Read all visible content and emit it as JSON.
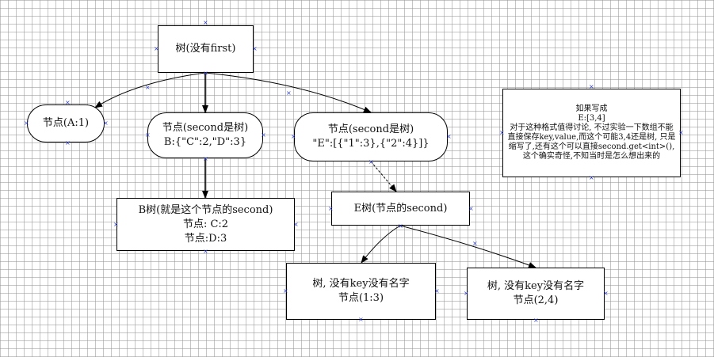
{
  "nodes": {
    "tree_root": {
      "line1": "树(没有first)"
    },
    "node_a": {
      "line1": "节点(A:1)"
    },
    "node_b": {
      "line1": "节点(second是树)",
      "line2": "B:{\"C\":2,\"D\":3}"
    },
    "node_e": {
      "line1": "节点(second是树)",
      "line2": "\"E\":[{\"1\":3},{\"2\":4}]}"
    },
    "tree_b": {
      "line1": "B树(就是这个节点的second)",
      "line2": "节点: C:2",
      "line3": "节点:D:3"
    },
    "tree_e": {
      "line1": "E树(节点的second)"
    },
    "tree_e1": {
      "line1": "树, 没有key没有名字",
      "line2": "节点(1:3)"
    },
    "tree_e2": {
      "line1": "树, 没有key没有名字",
      "line2": "节点(2,4)"
    },
    "note": {
      "line1": "如果写成",
      "line2": "E:[3,4]",
      "body": "对于这种格式值得讨论, 不过实验一下数组不能直接保存key,value,而这个可能3,4还是树, 只是缩写了,还有这个可以直接second.get<int>(), 这个确实奇怪,不知当时是怎么想出来的"
    }
  },
  "colors": {
    "edge": "#000000",
    "handle": "#3344cc",
    "grid": "#969696"
  },
  "handle_icon": "x-handle-icon"
}
